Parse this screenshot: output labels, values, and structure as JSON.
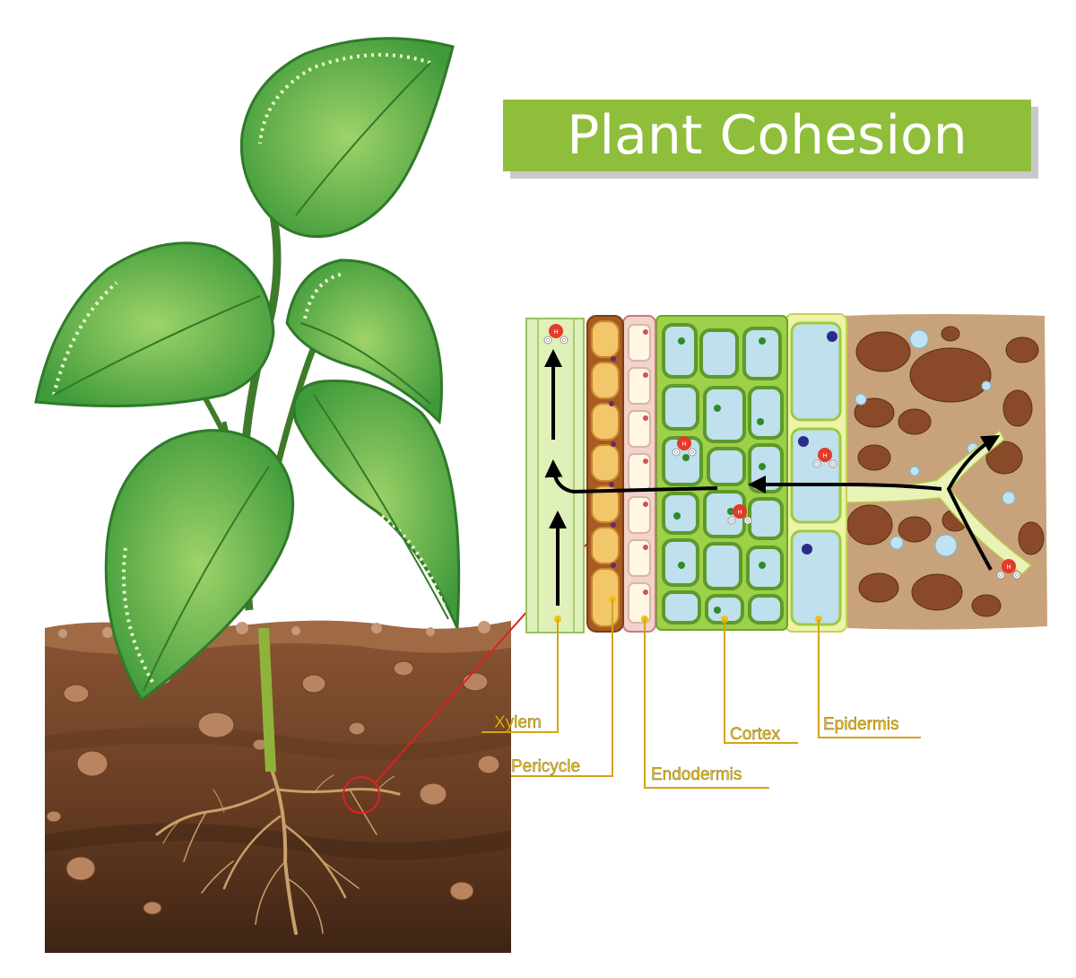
{
  "title": "Plant Cohesion",
  "colors": {
    "title_bg": "#8fbe3a",
    "label": "#f2c10f",
    "arrow": "#000000",
    "callout": "#e02020",
    "soil": "#7a4a2c"
  },
  "labels": {
    "xylem": "Xylem",
    "pericycle": "Pericycle",
    "endodermis": "Endodermis",
    "cortex": "Cortex",
    "epidermis": "Epidermis"
  },
  "molecule": {
    "h": "H",
    "o": "O"
  }
}
